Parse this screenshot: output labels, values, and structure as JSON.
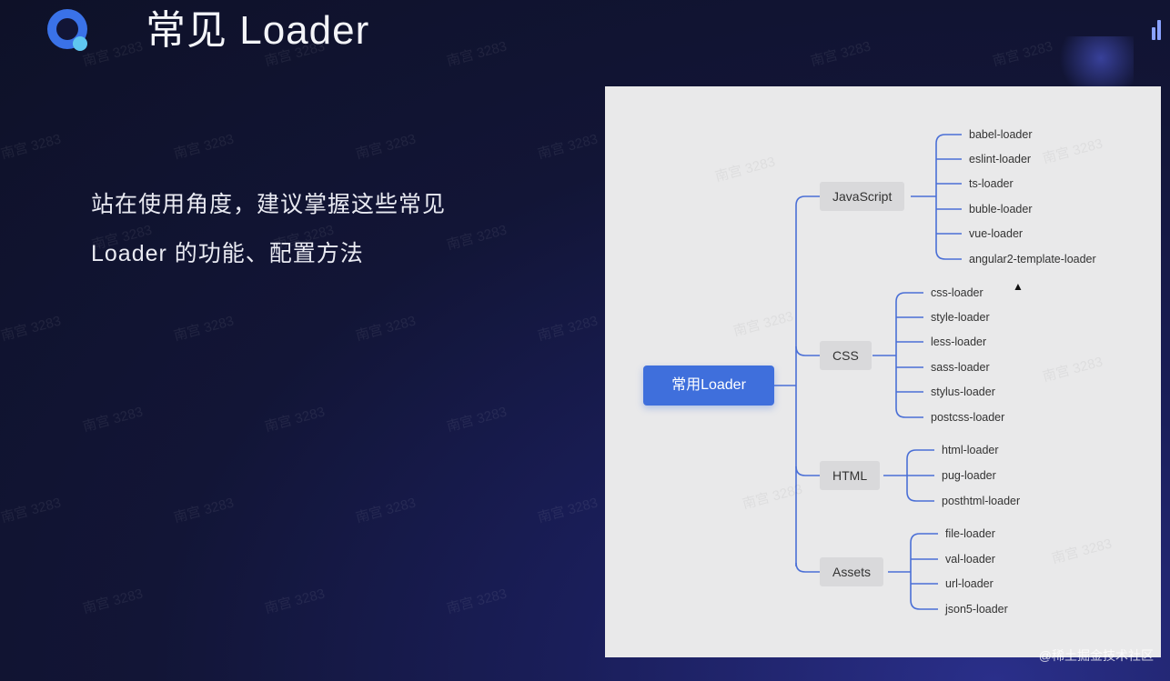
{
  "slide": {
    "title": "常见 Loader",
    "subtitle_line1": "站在使用角度，建议掌握这些常见",
    "subtitle_line2": "Loader 的功能、配置方法"
  },
  "mindmap": {
    "root": "常用Loader",
    "categories": [
      {
        "label": "JavaScript",
        "leaves": [
          "babel-loader",
          "eslint-loader",
          "ts-loader",
          "buble-loader",
          "vue-loader",
          "angular2-template-loader"
        ]
      },
      {
        "label": "CSS",
        "leaves": [
          "css-loader",
          "style-loader",
          "less-loader",
          "sass-loader",
          "stylus-loader",
          "postcss-loader"
        ]
      },
      {
        "label": "HTML",
        "leaves": [
          "html-loader",
          "pug-loader",
          "posthtml-loader"
        ]
      },
      {
        "label": "Assets",
        "leaves": [
          "file-loader",
          "val-loader",
          "url-loader",
          "json5-loader"
        ]
      }
    ]
  },
  "watermark": "南宫 3283",
  "footer": "@稀土掘金技术社区",
  "colors": {
    "accent": "#3f6fdc",
    "branch": "#4a6fd6",
    "background": "#121536"
  }
}
